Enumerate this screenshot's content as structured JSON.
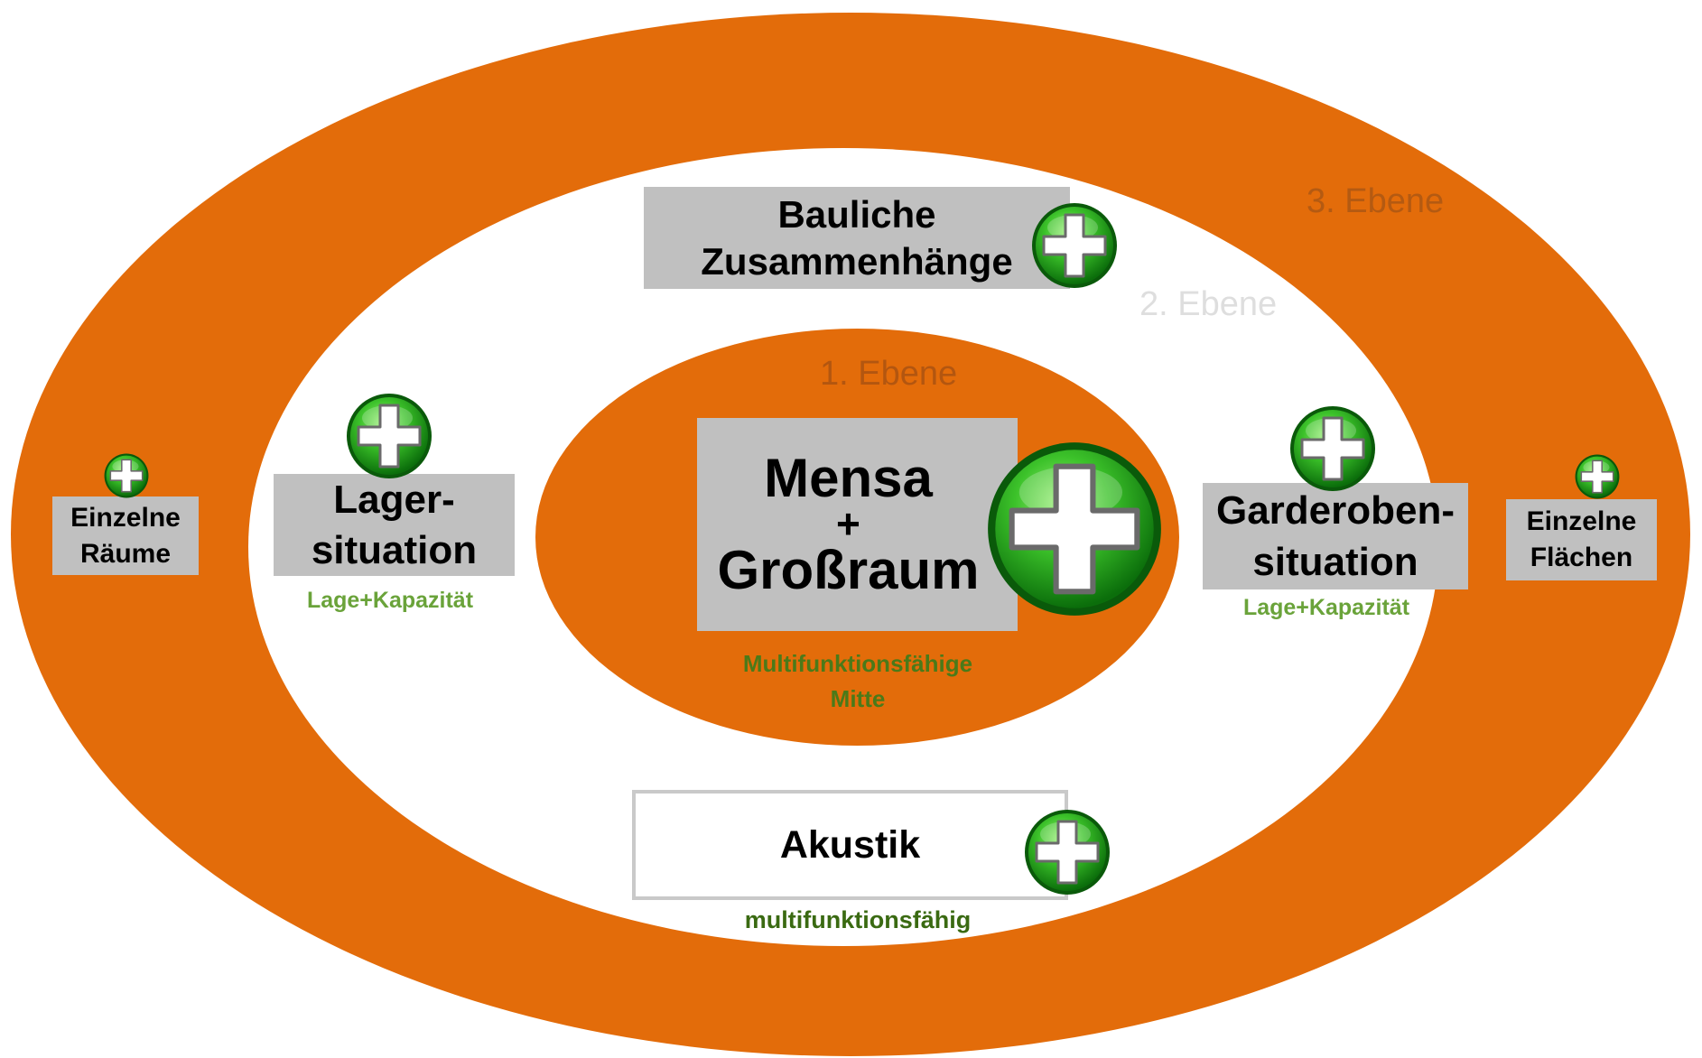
{
  "levels": {
    "level3": "3. Ebene",
    "level2": "2. Ebene",
    "level1": "1. Ebene"
  },
  "boxes": {
    "bauliche": {
      "line1": "Bauliche",
      "line2": "Zusammenhänge"
    },
    "mensa": {
      "line1": "Mensa",
      "line2": "+",
      "line3": "Großraum"
    },
    "lager": {
      "line1": "Lager-",
      "line2": "situation"
    },
    "garderobe": {
      "line1": "Garderoben-",
      "line2": "situation"
    },
    "akustik": {
      "line1": "Akustik"
    },
    "raeume": {
      "line1": "Einzelne",
      "line2": "Räume"
    },
    "flaechen": {
      "line1": "Einzelne",
      "line2": "Flächen"
    }
  },
  "captions": {
    "lager": "Lage+Kapazität",
    "garderobe": "Lage+Kapazität",
    "mensa_line1": "Multifunktionsfähige",
    "mensa_line2": "Mitte",
    "akustik": "multifunktionsfähig"
  },
  "icons": {
    "plus": "plus-circle-icon"
  },
  "colors": {
    "ring_orange": "#e36c0a",
    "box_gray": "#c0c0c0",
    "caption_green": "#6aa33a",
    "plus_green": "#22a01a"
  }
}
